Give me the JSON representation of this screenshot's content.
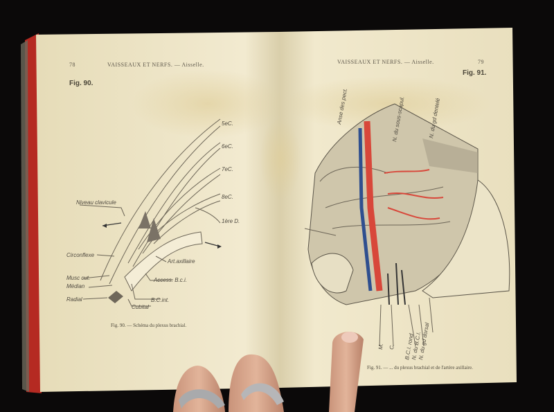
{
  "left_page": {
    "page_number": "78",
    "running_head": "VAISSEAUX ET NERFS. — Aisselle.",
    "figure_label": "Fig. 90.",
    "caption": "Fig. 90. — Schéma du plexus brachial.",
    "labels": [
      "5eC.",
      "6eC.",
      "7eC.",
      "8eC.",
      "1ère D.",
      "Niveau clavicule",
      "Circonflexe",
      "Musc cut.",
      "Médian",
      "Radial",
      "Cubital",
      "B.C.int.",
      "Access. B.c.i.",
      "Art.axillaire"
    ]
  },
  "right_page": {
    "page_number": "79",
    "running_head": "VAISSEAUX ET NERFS. — Aisselle.",
    "figure_label": "Fig. 91.",
    "caption": "Fig. 91. — ... du plexus brachial et de l'artère axillaire.",
    "labels_top": [
      "Anse des pect.",
      "N. du sous-scapul.",
      "N. du gd dentelé"
    ],
    "labels_bottom": [
      "M.",
      "C.",
      "B.C.I. rond",
      "N. du B.C.I.",
      "N. du gd dorsal"
    ]
  },
  "colors": {
    "background": "#0b0909",
    "paper": "#efe6c6",
    "artery": "#d8473a",
    "vein": "#2f4f8f",
    "spine": "#c02a22"
  }
}
